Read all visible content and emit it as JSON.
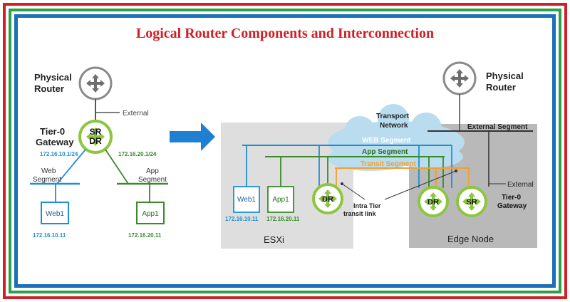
{
  "title": "Logical Router Components and Interconnection",
  "left": {
    "physical_router": [
      "Physical",
      "Router"
    ],
    "external": "External",
    "tier0": [
      "Tier-0",
      "Gateway"
    ],
    "sr": "SR",
    "dr": "DR",
    "ip_web_gw": "172.16.10.1/24",
    "ip_app_gw": "172.16.20.1/24",
    "web_segment": [
      "Web",
      "Segment"
    ],
    "app_segment": [
      "App",
      "Segment"
    ],
    "web1": "Web1",
    "app1": "App1",
    "ip_web1": "172.16.10.11",
    "ip_app1": "172.16.20.11"
  },
  "right": {
    "physical_router": [
      "Physical",
      "Router"
    ],
    "transport_network": [
      "Transport",
      "Network"
    ],
    "external_segment": "External Segment",
    "web_segment": "WEB Segment",
    "app_segment": "App Segment",
    "transit_segment": "Transit Segment",
    "external": "External",
    "tier0": [
      "Tier-0",
      "Gateway"
    ],
    "web1": "Web1",
    "app1": "App1",
    "ip_web1": "172.16.10.11",
    "ip_app1": "172.16.20.11",
    "dr": "DR",
    "sr": "SR",
    "intra_tier": [
      "Intra Tier",
      "transit link"
    ],
    "esxi": "ESXi",
    "edge_node": "Edge Node"
  },
  "colors": {
    "web": "#1e90d2",
    "app": "#3a8a2a",
    "transit": "#f0a030",
    "router_green": "#8cc63f",
    "red": "#d01f25",
    "arrow_blue": "#1f7fd0"
  }
}
